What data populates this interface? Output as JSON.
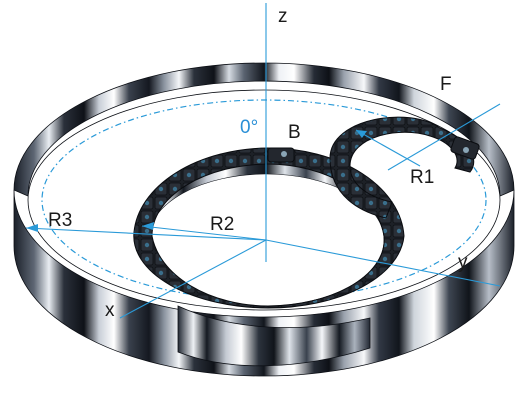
{
  "labels": {
    "z": "z",
    "F": "F",
    "zero": "0°",
    "B": "B",
    "R1": "R1",
    "R2": "R2",
    "R3": "R3",
    "x": "x",
    "y": "y"
  },
  "colors": {
    "axis": "#2a9ad8",
    "chain": "#1c1f24",
    "metal_dark": "#151a22",
    "metal_light": "#f2f4f7",
    "label": "#1a1a1a",
    "angle_label": "#2a8fd6"
  }
}
